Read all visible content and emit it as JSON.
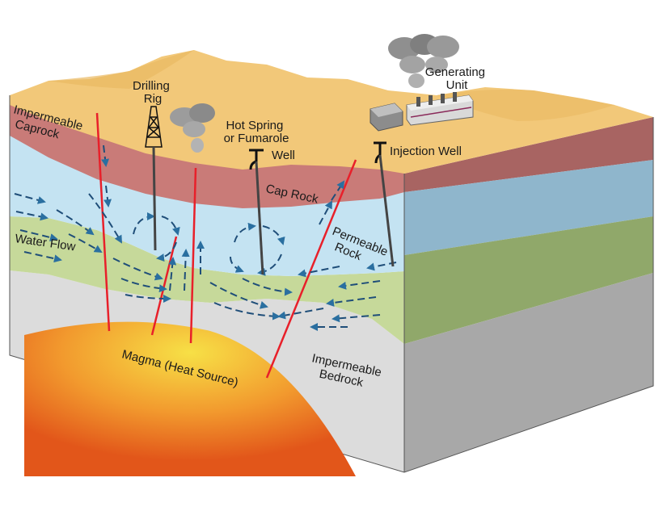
{
  "labels": {
    "drilling_rig": [
      "Drilling",
      "Rig"
    ],
    "hot_spring": [
      "Hot Spring",
      "or Fumarole"
    ],
    "well": "Well",
    "generating_unit": [
      "Generating",
      "Unit"
    ],
    "injection_well": "Injection Well",
    "impermeable_caprock": [
      "Impermeable",
      "Caprock"
    ],
    "cap_rock": "Cap Rock",
    "water_flow": "Water Flow",
    "permeable_rock": [
      "Permeable",
      "Rock"
    ],
    "magma": "Magma (Heat Source)",
    "impermeable_bedrock": [
      "Impermeable",
      "Bedrock"
    ]
  },
  "colors": {
    "surface": "#f2c879",
    "caprock": "#c97b78",
    "caprock_side": "#a86462",
    "reservoir": "#c4e3f2",
    "reservoir_side": "#8fb6cc",
    "permeable": "#c6d99a",
    "permeable_side": "#90a86a",
    "bedrock": "#dcdcdc",
    "bedrock_side": "#a8a8a8",
    "fault": "#e8202a",
    "arrow": "#1f4e79",
    "magma_center": "#f7e046",
    "magma_edge": "#e2561a"
  }
}
